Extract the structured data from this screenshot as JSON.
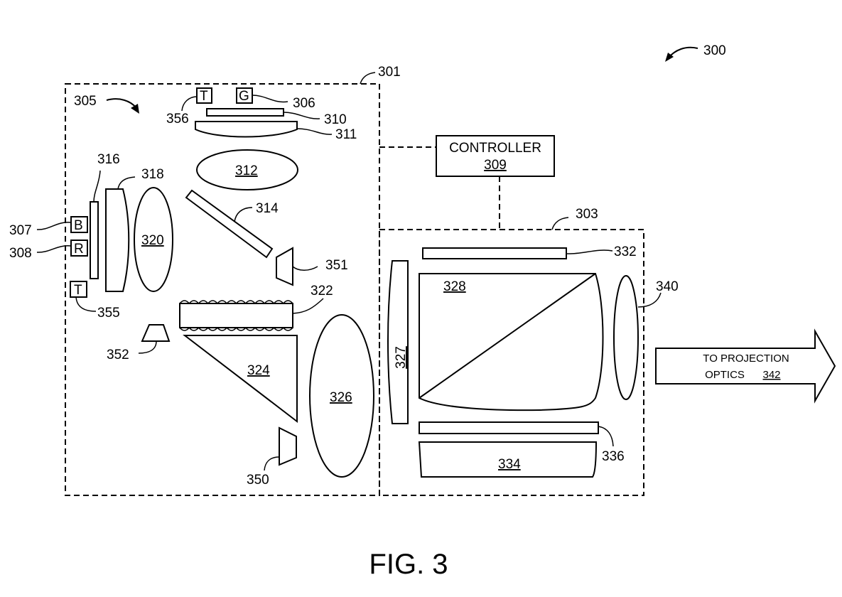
{
  "figure": {
    "caption": "FIG. 3",
    "system_ref": "300"
  },
  "modules": {
    "illumination_module": {
      "ref": "301"
    },
    "illumination_arrow_ref": "305",
    "imaging_module": {
      "ref": "303"
    }
  },
  "controller": {
    "label": "CONTROLLER",
    "ref": "309"
  },
  "sensors": {
    "green_source": {
      "letter": "G",
      "ref": "306"
    },
    "blue_source": {
      "letter": "B",
      "ref": "307"
    },
    "red_source": {
      "letter": "R",
      "ref": "308"
    },
    "temp_sensor_top": {
      "letter": "T",
      "ref": "356"
    },
    "temp_sensor_left": {
      "letter": "T",
      "ref": "355"
    }
  },
  "components": {
    "c310": "310",
    "c311": "311",
    "c312": "312",
    "c314": "314",
    "c316": "316",
    "c318": "318",
    "c320": "320",
    "c322": "322",
    "c324": "324",
    "c326": "326",
    "c327": "327",
    "c328": "328",
    "c332": "332",
    "c334": "334",
    "c336": "336",
    "c340": "340",
    "c350": "350",
    "c351": "351",
    "c352": "352"
  },
  "output_arrow": {
    "line1": "TO PROJECTION",
    "line2_text": "OPTICS",
    "line2_ref": "342"
  }
}
